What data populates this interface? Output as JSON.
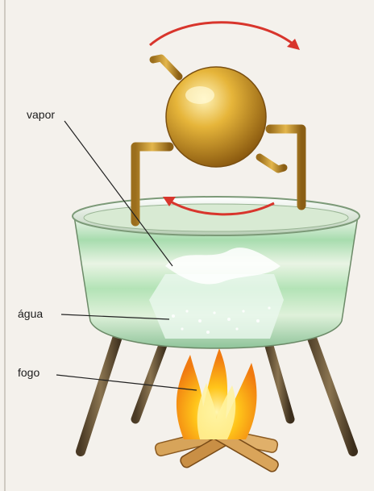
{
  "labels": {
    "vapor": "vapor",
    "agua": "água",
    "fogo": "fogo"
  },
  "colors": {
    "sphere": "#d9a72a",
    "arrow": "#d8352c",
    "water": "#c9f0c2",
    "flame": "#ffb000",
    "wood": "#d7a45a"
  }
}
